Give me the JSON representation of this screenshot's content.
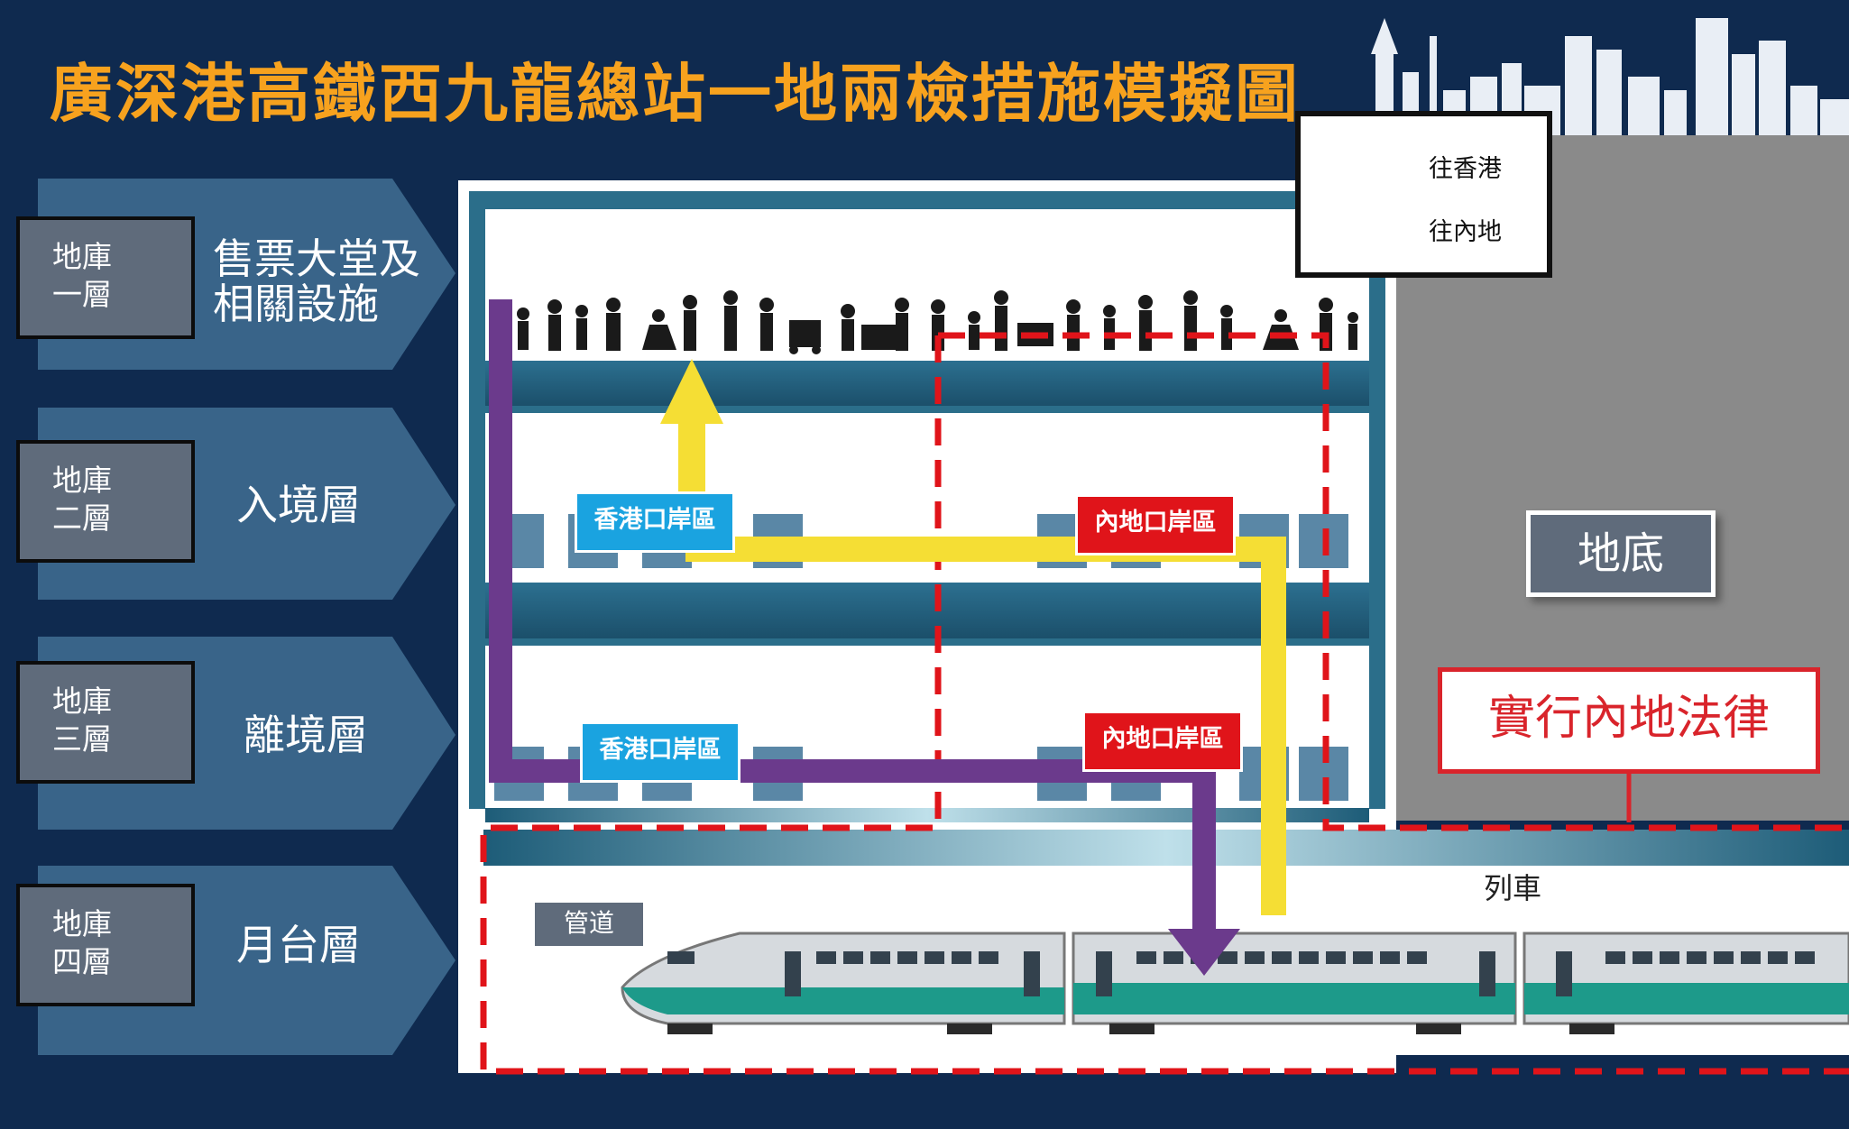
{
  "title": "廣深港高鐵西九龍總站一地兩檢措施模擬圖",
  "legend": {
    "to_hk": "往香港",
    "to_mainland": "往內地"
  },
  "floors": [
    {
      "code_line1": "地庫",
      "code_line2": "一層",
      "name_line1": "售票大堂及",
      "name_line2": "相關設施"
    },
    {
      "code_line1": "地庫",
      "code_line2": "二層",
      "name_line1": "入境層",
      "name_line2": ""
    },
    {
      "code_line1": "地庫",
      "code_line2": "三層",
      "name_line1": "離境層",
      "name_line2": ""
    },
    {
      "code_line1": "地庫",
      "code_line2": "四層",
      "name_line1": "月台層",
      "name_line2": ""
    }
  ],
  "zones": {
    "hk_port": "香港口岸區",
    "mainland_port": "內地口岸區"
  },
  "basement_label": "地底",
  "law_label": "實行內地法律",
  "pipe_label": "管道",
  "train_label": "列車",
  "colors": {
    "background": "#0f2a4f",
    "title": "#f7a21e",
    "to_hk_arrow": "#f5de34",
    "to_mainland_arrow": "#6b3a8c",
    "hk_zone": "#1aa3e0",
    "mainland_zone": "#e0141a",
    "law_border": "#d9242b"
  }
}
